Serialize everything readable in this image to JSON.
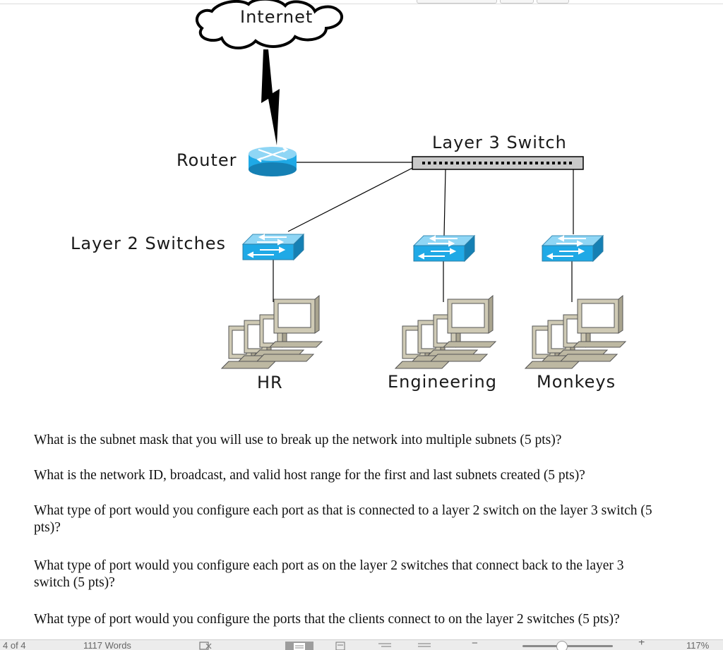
{
  "diagram": {
    "internet_label": "Internet",
    "router_label": "Router",
    "l3_switch_label": "Layer 3 Switch",
    "l2_switches_label": "Layer 2 Switches",
    "groups": [
      "HR",
      "Engineering",
      "Monkeys"
    ]
  },
  "questions": [
    "What is the subnet mask that you will use to break up the network into multiple subnets (5 pts)?",
    "What is the network ID, broadcast, and valid host range for the first and last subnets created (5 pts)?",
    "What type of port would you configure each port as that is connected to a layer 2 switch on the layer 3 switch (5 pts)?",
    "What type of port would you configure each port as on the layer 2 switches that connect back to the layer 3 switch (5 pts)?",
    "What type of port would you configure the ports that the clients connect to on the layer 2 switches (5 pts)?"
  ],
  "statusbar": {
    "page_info": "4 of 4",
    "word_count": "1117 Words",
    "zoom_label": "117%",
    "zoom_fraction": 0.43,
    "proofing_icon": "proofing-icon",
    "view_icons": [
      "print-layout-icon",
      "web-layout-icon",
      "outline-icon",
      "draft-icon"
    ]
  },
  "colors": {
    "device_blue": "#1fa9e6",
    "device_top": "#8fd6f5",
    "pc_beige": "#cfcab5",
    "status_bg": "#ececec"
  }
}
